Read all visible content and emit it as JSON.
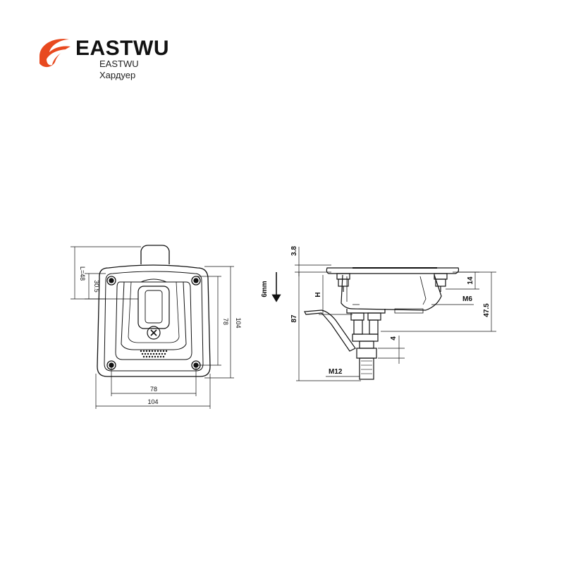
{
  "brand": {
    "name": "EASTWU",
    "subtitle": "EASTWU",
    "tagline": "Хардуер",
    "accent": "#e8491f"
  },
  "front_view": {
    "dims": {
      "height_outer": "104",
      "height_inner": "78",
      "width_inner": "78",
      "width_outer": "104",
      "handle_48": "L=48",
      "handle_30_5": "30.5"
    }
  },
  "side_view": {
    "thickness": "3.8",
    "h_label": "H",
    "arrow_label": "6mm",
    "total_height": "87",
    "thread_small": "M6",
    "dim_14": "14",
    "dim_47_5": "47.5",
    "dim_4": "4",
    "thread_large": "M12"
  }
}
